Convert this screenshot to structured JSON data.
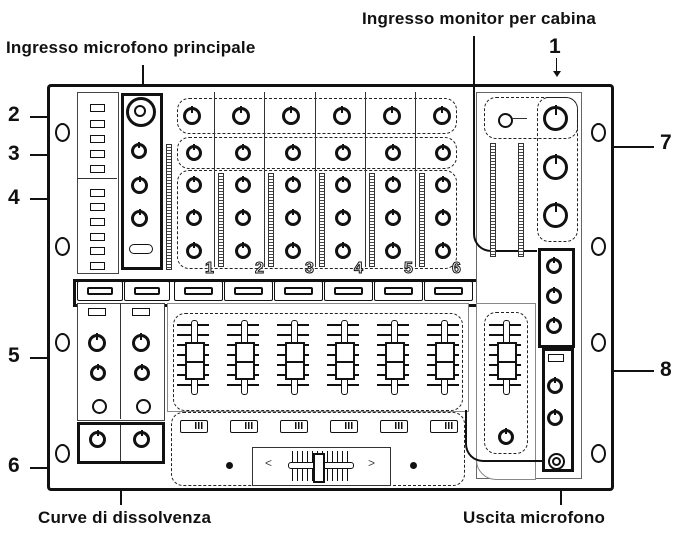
{
  "callouts": {
    "top_left": "Ingresso microfono principale",
    "top_right": "Ingresso monitor per cabina",
    "bottom_left": "Curve di dissolvenza",
    "bottom_right": "Uscita microfono"
  },
  "numbers": {
    "n1": "1",
    "n2": "2",
    "n3": "3",
    "n4": "4",
    "n5": "5",
    "n6": "6",
    "n7": "7",
    "n8": "8"
  },
  "channels": [
    "1",
    "2",
    "3",
    "4",
    "5",
    "6"
  ],
  "crossfader": {
    "left_arrow": "<",
    "right_arrow": ">"
  }
}
